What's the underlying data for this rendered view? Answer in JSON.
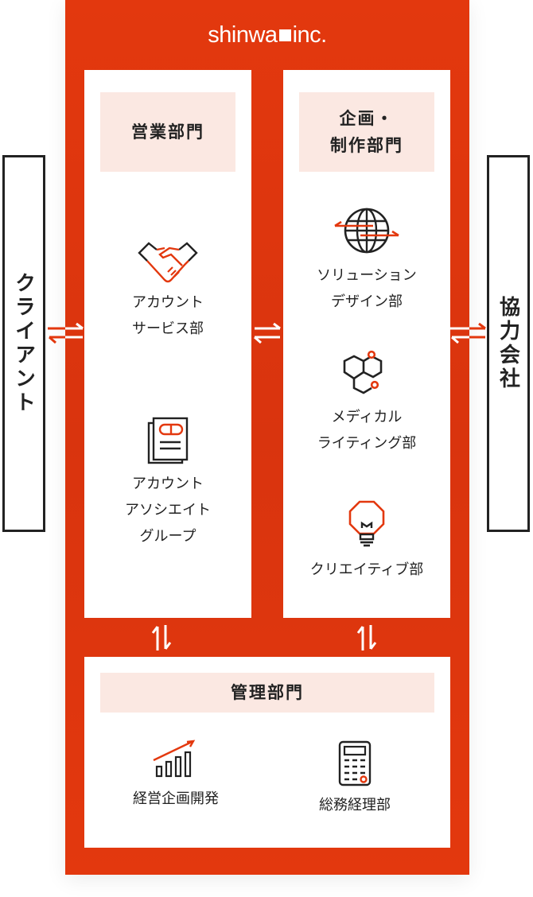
{
  "company": {
    "name_left": "shinwa",
    "name_right": "inc."
  },
  "external": {
    "client": "クライアント",
    "partner": "協力会社"
  },
  "sales": {
    "title": "営業部門",
    "units": [
      {
        "icon": "handshake-icon",
        "line1": "アカウント",
        "line2": "サービス部"
      },
      {
        "icon": "document-pill-icon",
        "line1": "アカウント",
        "line2": "アソシエイト",
        "line3": "グループ"
      }
    ]
  },
  "production": {
    "title_line1": "企画・",
    "title_line2": "制作部門",
    "units": [
      {
        "icon": "globe-arrows-icon",
        "line1": "ソリューション",
        "line2": "デザイン部"
      },
      {
        "icon": "molecule-icon",
        "line1": "メディカル",
        "line2": "ライティング部"
      },
      {
        "icon": "lightbulb-icon",
        "line1": "クリエイティブ部"
      }
    ]
  },
  "admin": {
    "title": "管理部門",
    "units": [
      {
        "icon": "growth-chart-icon",
        "label": "経営企画開発"
      },
      {
        "icon": "calculator-icon",
        "label": "総務経理部"
      }
    ]
  },
  "colors": {
    "accent": "#e3380e",
    "header_bg": "#fbe8e2",
    "text": "#222222",
    "border": "#222222"
  }
}
